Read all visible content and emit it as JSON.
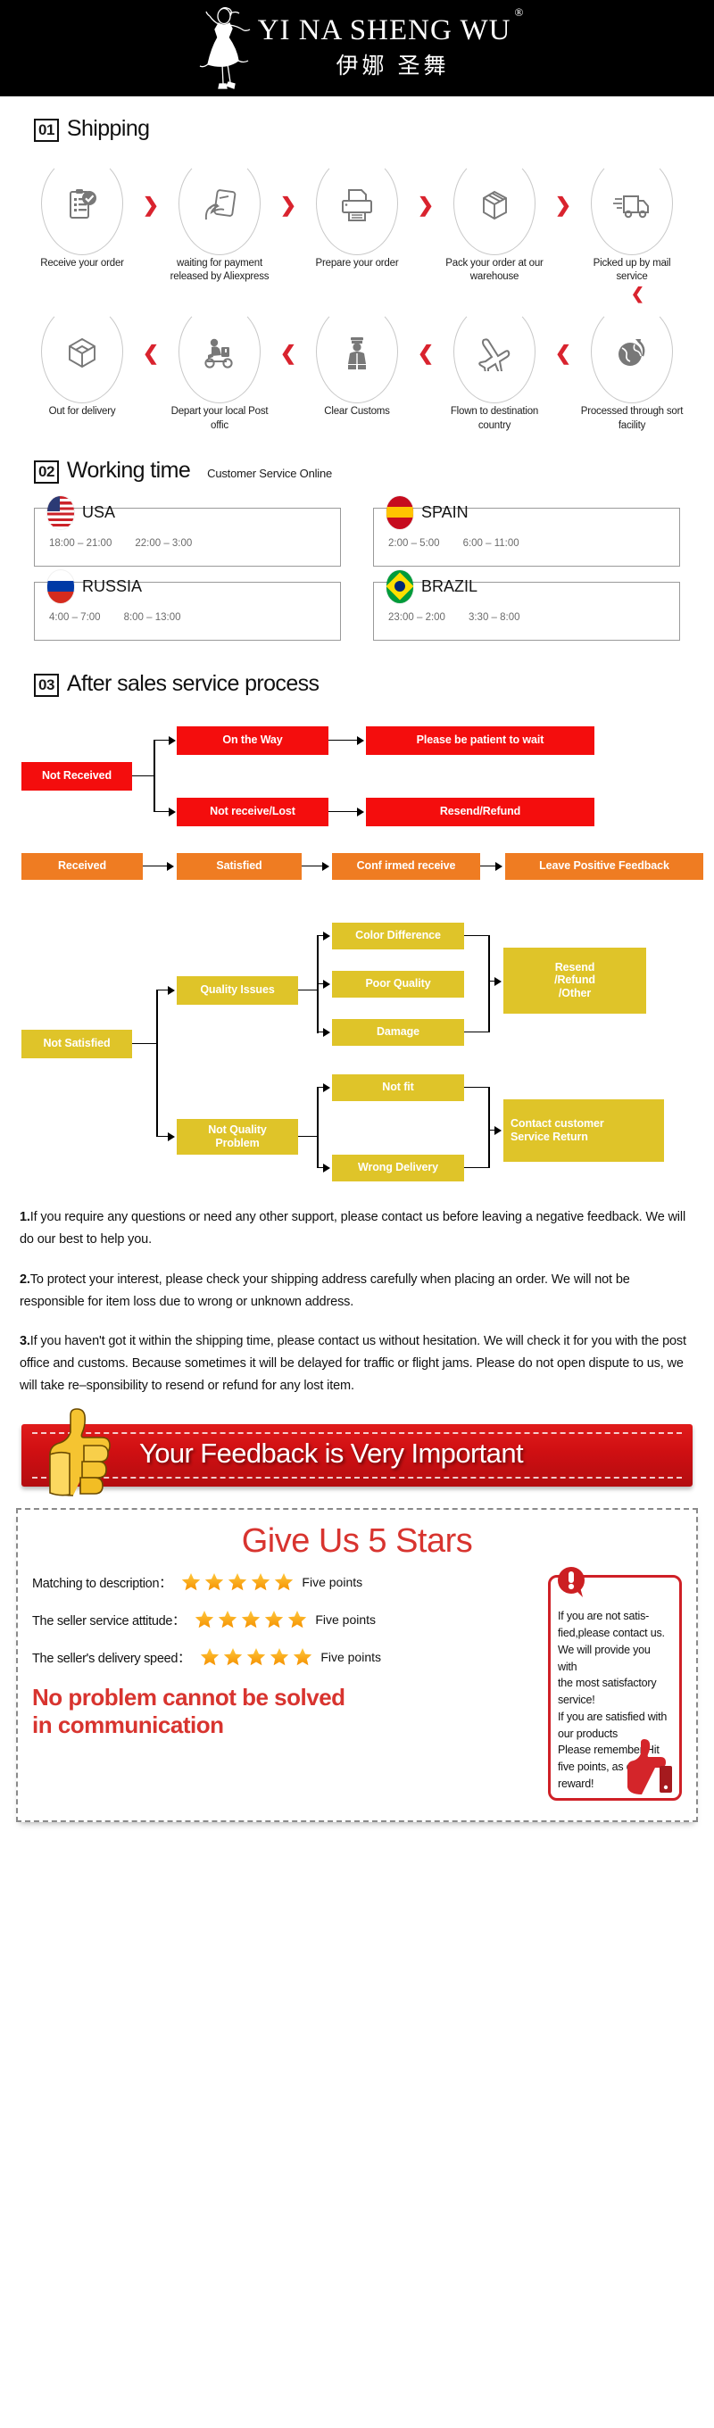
{
  "brand": {
    "logo_icon": "dancer-logo-icon",
    "name_en": "YI NA SHENG WU",
    "registered_mark": "®",
    "name_cn": "伊娜 圣舞"
  },
  "colors": {
    "accent_red": "#f40d0d",
    "accent_orange": "#ef7c22",
    "accent_yellow": "#dfc429",
    "banner_red": "#cf0f12",
    "chevron_red": "#d9232e",
    "title_red": "#d8342f"
  },
  "shipping": {
    "number": "01",
    "title": "Shipping",
    "row1": [
      {
        "icon": "clipboard-check-icon",
        "caption": "Receive your order"
      },
      {
        "icon": "hand-card-icon",
        "caption": "waiting for payment released by Aliexpress"
      },
      {
        "icon": "printer-icon",
        "caption": "Prepare your order"
      },
      {
        "icon": "box-package-icon",
        "caption": "Pack your order at our warehouse"
      },
      {
        "icon": "truck-icon",
        "caption": "Picked up by mail service"
      }
    ],
    "row2": [
      {
        "icon": "open-box-icon",
        "caption": "Out  for delivery"
      },
      {
        "icon": "scooter-courier-icon",
        "caption": "Depart your local Post offic"
      },
      {
        "icon": "customs-officer-icon",
        "caption": "Clear Customs"
      },
      {
        "icon": "airplane-icon",
        "caption": "Flown to destination country"
      },
      {
        "icon": "globe-arrow-icon",
        "caption": "Processed through sort facility"
      }
    ],
    "chevron_right": "❯",
    "chevron_left": "❮",
    "chevron_down": "⌄"
  },
  "working_time": {
    "number": "02",
    "title": "Working time",
    "subtitle": "Customer Service Online",
    "cards": [
      {
        "flag": "flag-usa-icon",
        "country": "USA",
        "slot1": "18:00 – 21:00",
        "slot2": "22:00 – 3:00"
      },
      {
        "flag": "flag-spain-icon",
        "country": "SPAIN",
        "slot1": "2:00 – 5:00",
        "slot2": "6:00 – 11:00"
      },
      {
        "flag": "flag-russia-icon",
        "country": "RUSSIA",
        "slot1": "4:00 – 7:00",
        "slot2": "8:00 – 13:00"
      },
      {
        "flag": "flag-brazil-icon",
        "country": "BRAZIL",
        "slot1": "23:00 – 2:00",
        "slot2": "3:30 – 8:00"
      }
    ]
  },
  "after_sales": {
    "number": "03",
    "title": "After sales service process",
    "flow_red": {
      "root": "Not Received",
      "branch_a": "On the Way",
      "branch_a_result": "Please be patient to wait",
      "branch_b": "Not receive/Lost",
      "branch_b_result": "Resend/Refund"
    },
    "flow_orange": [
      "Received",
      "Satisfied",
      "Conf irmed receive",
      "Leave Positive Feedback"
    ],
    "flow_yellow": {
      "root": "Not Satisfied",
      "quality_issues": "Quality Issues",
      "quality_children": [
        "Color Difference",
        "Poor Quality",
        "Damage"
      ],
      "quality_result": "Resend\n/Refund\n/Other",
      "quality_result_lines": [
        "Resend",
        "/Refund",
        "/Other"
      ],
      "not_quality": "Not Quality Problem",
      "not_quality_lines": [
        "Not Quality",
        "Problem"
      ],
      "not_quality_children": [
        "Not fit",
        "Wrong Delivery"
      ],
      "not_quality_result_lines": [
        "Contact customer",
        "Service Return"
      ]
    }
  },
  "notes": [
    {
      "num": "1.",
      "text": "If you require any questions or need any other support, please contact us before leaving a negative feedback. We will do our best to help you."
    },
    {
      "num": "2.",
      "text": "To protect your interest, please check your shipping address carefully when placing an order. We will not be responsible for item loss due to wrong or unknown address."
    },
    {
      "num": "3.",
      "text": "If you haven't got it within the shipping time, please contact us without hesitation. We will check it for you with the post office and customs. Because sometimes it will be delayed for traffic or flight jams. Please do not open dispute to us, we will take re–sponsibility to resend or refund for any lost item."
    }
  ],
  "feedback_banner": {
    "icon": "thumbs-up-yellow-icon",
    "text": "Your Feedback is Very Important"
  },
  "stars_panel": {
    "heading": "Give Us 5 Stars",
    "rows": [
      {
        "label": "Matching to description：",
        "stars": 5,
        "points": "Five points"
      },
      {
        "label": "The seller service attitude：",
        "stars": 5,
        "points": "Five points"
      },
      {
        "label": "The seller's delivery speed：",
        "stars": 5,
        "points": "Five points"
      }
    ],
    "slogan_line1": "No problem cannot be solved",
    "slogan_line2": "in communication",
    "notice": {
      "icon": "exclamation-bubble-icon",
      "thumb_icon": "thumbs-up-red-icon",
      "text": "If you are not satis-fied,please contact us. We will provide you with the most satisfactory service! If you are satisfied with our products Please remember Hit five points, as our reward!",
      "lines": [
        "If you are not satis-",
        "fied,please contact us.",
        "We will provide you with",
        "the most satisfactory",
        "service!",
        "If you are satisfied with",
        "our products",
        "Please remember Hit",
        "five points, as our",
        "reward!"
      ]
    }
  }
}
